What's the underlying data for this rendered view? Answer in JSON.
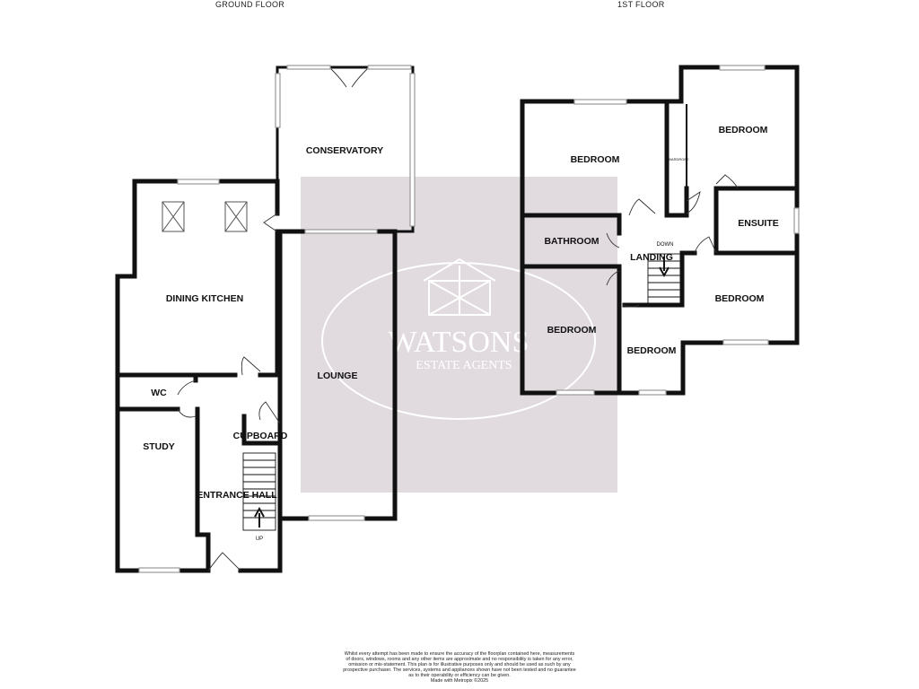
{
  "floors": {
    "ground": {
      "title": "GROUND FLOOR",
      "rooms": [
        "CONSERVATORY",
        "DINING KITCHEN",
        "LOUNGE",
        "WC",
        "STUDY",
        "CUPBOARD",
        "ENTRANCE HALL"
      ],
      "stairs_label": "UP"
    },
    "first": {
      "title": "1ST FLOOR",
      "rooms": [
        "BEDROOM",
        "BEDROOM",
        "ENSUITE",
        "BATHROOM",
        "LANDING",
        "BEDROOM",
        "BEDROOM",
        "BEDROOM"
      ],
      "stairs_label": "DOWN",
      "wardrobe_label": "WARDROBE"
    }
  },
  "watermark": {
    "brand": "WATSONS",
    "tagline": "ESTATE AGENTS"
  },
  "disclaimer": [
    "Whilst every attempt has been made to ensure the accuracy of the floorplan contained here, measurements",
    "of doors, windows, rooms and any other items are approximate and no responsibility is taken for any error,",
    "omission or mis-statement. This plan is for illustrative purposes only and should be used as such by any",
    "prospective purchaser. The services, systems and appliances shown have not been tested and no guarantee",
    "as to their operability or efficiency can be given.",
    "Made with Metropix ©2025"
  ],
  "colors": {
    "wall": "#111111",
    "watermark_box": "#dcd3d9",
    "window": "#888888"
  }
}
